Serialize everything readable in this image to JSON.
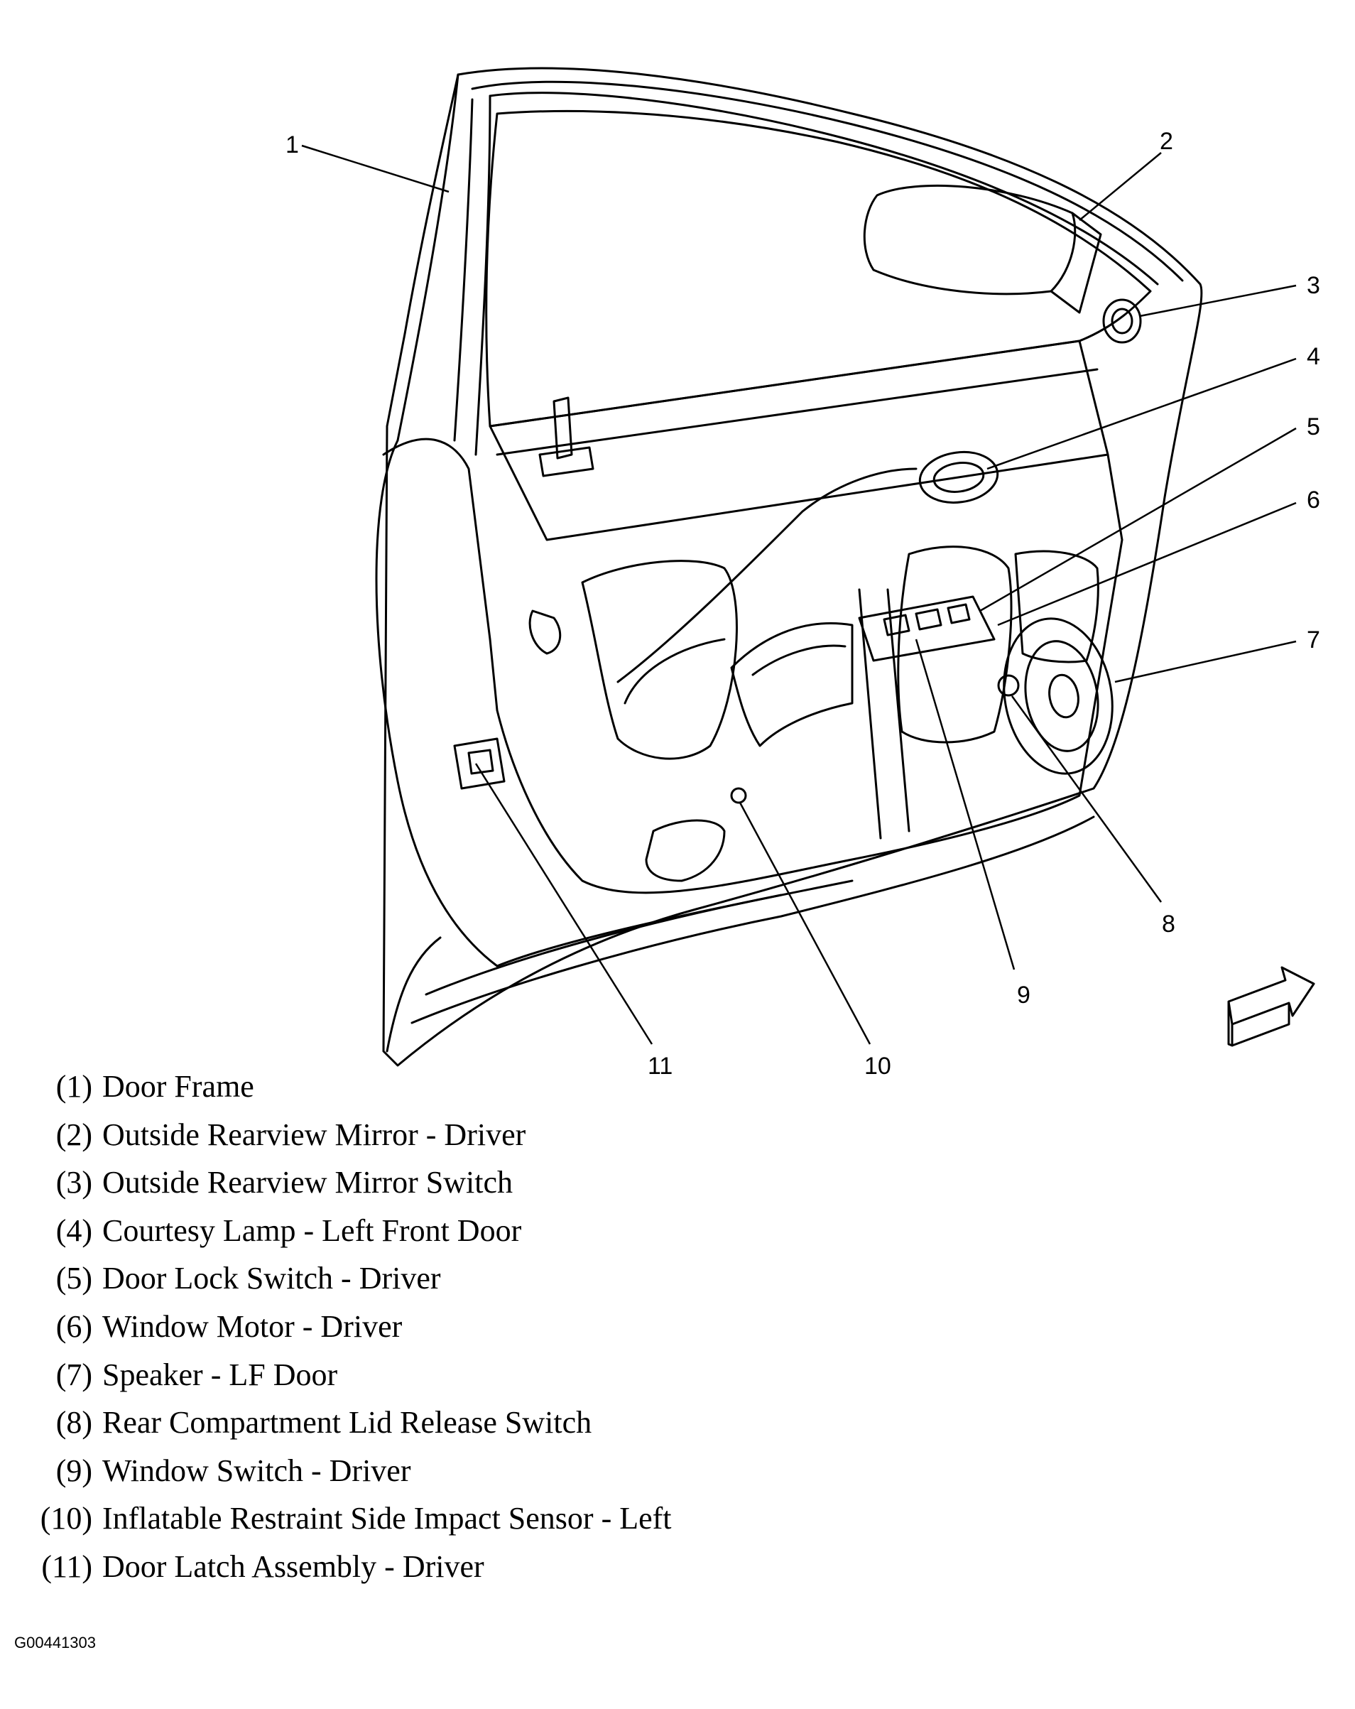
{
  "callouts": [
    {
      "id": "1",
      "label": "1"
    },
    {
      "id": "2",
      "label": "2"
    },
    {
      "id": "3",
      "label": "3"
    },
    {
      "id": "4",
      "label": "4"
    },
    {
      "id": "5",
      "label": "5"
    },
    {
      "id": "6",
      "label": "6"
    },
    {
      "id": "7",
      "label": "7"
    },
    {
      "id": "8",
      "label": "8"
    },
    {
      "id": "9",
      "label": "9"
    },
    {
      "id": "10",
      "label": "10"
    },
    {
      "id": "11",
      "label": "11"
    }
  ],
  "legend": [
    {
      "num": "(1)",
      "text": "Door Frame"
    },
    {
      "num": "(2)",
      "text": "Outside Rearview Mirror - Driver"
    },
    {
      "num": "(3)",
      "text": "Outside Rearview Mirror Switch"
    },
    {
      "num": "(4)",
      "text": "Courtesy Lamp - Left Front Door"
    },
    {
      "num": "(5)",
      "text": "Door Lock Switch - Driver"
    },
    {
      "num": "(6)",
      "text": "Window Motor - Driver"
    },
    {
      "num": "(7)",
      "text": "Speaker - LF Door"
    },
    {
      "num": "(8)",
      "text": "Rear Compartment Lid Release Switch"
    },
    {
      "num": "(9)",
      "text": "Window Switch - Driver"
    },
    {
      "num": "(10)",
      "text": "Inflatable Restraint Side Impact Sensor - Left"
    },
    {
      "num": "(11)",
      "text": "Door Latch Assembly - Driver"
    }
  ],
  "figure_id": "G00441303",
  "icons": {
    "direction_arrow": "forward-arrow-icon"
  },
  "colors": {
    "line": "#000000",
    "background": "#ffffff"
  }
}
